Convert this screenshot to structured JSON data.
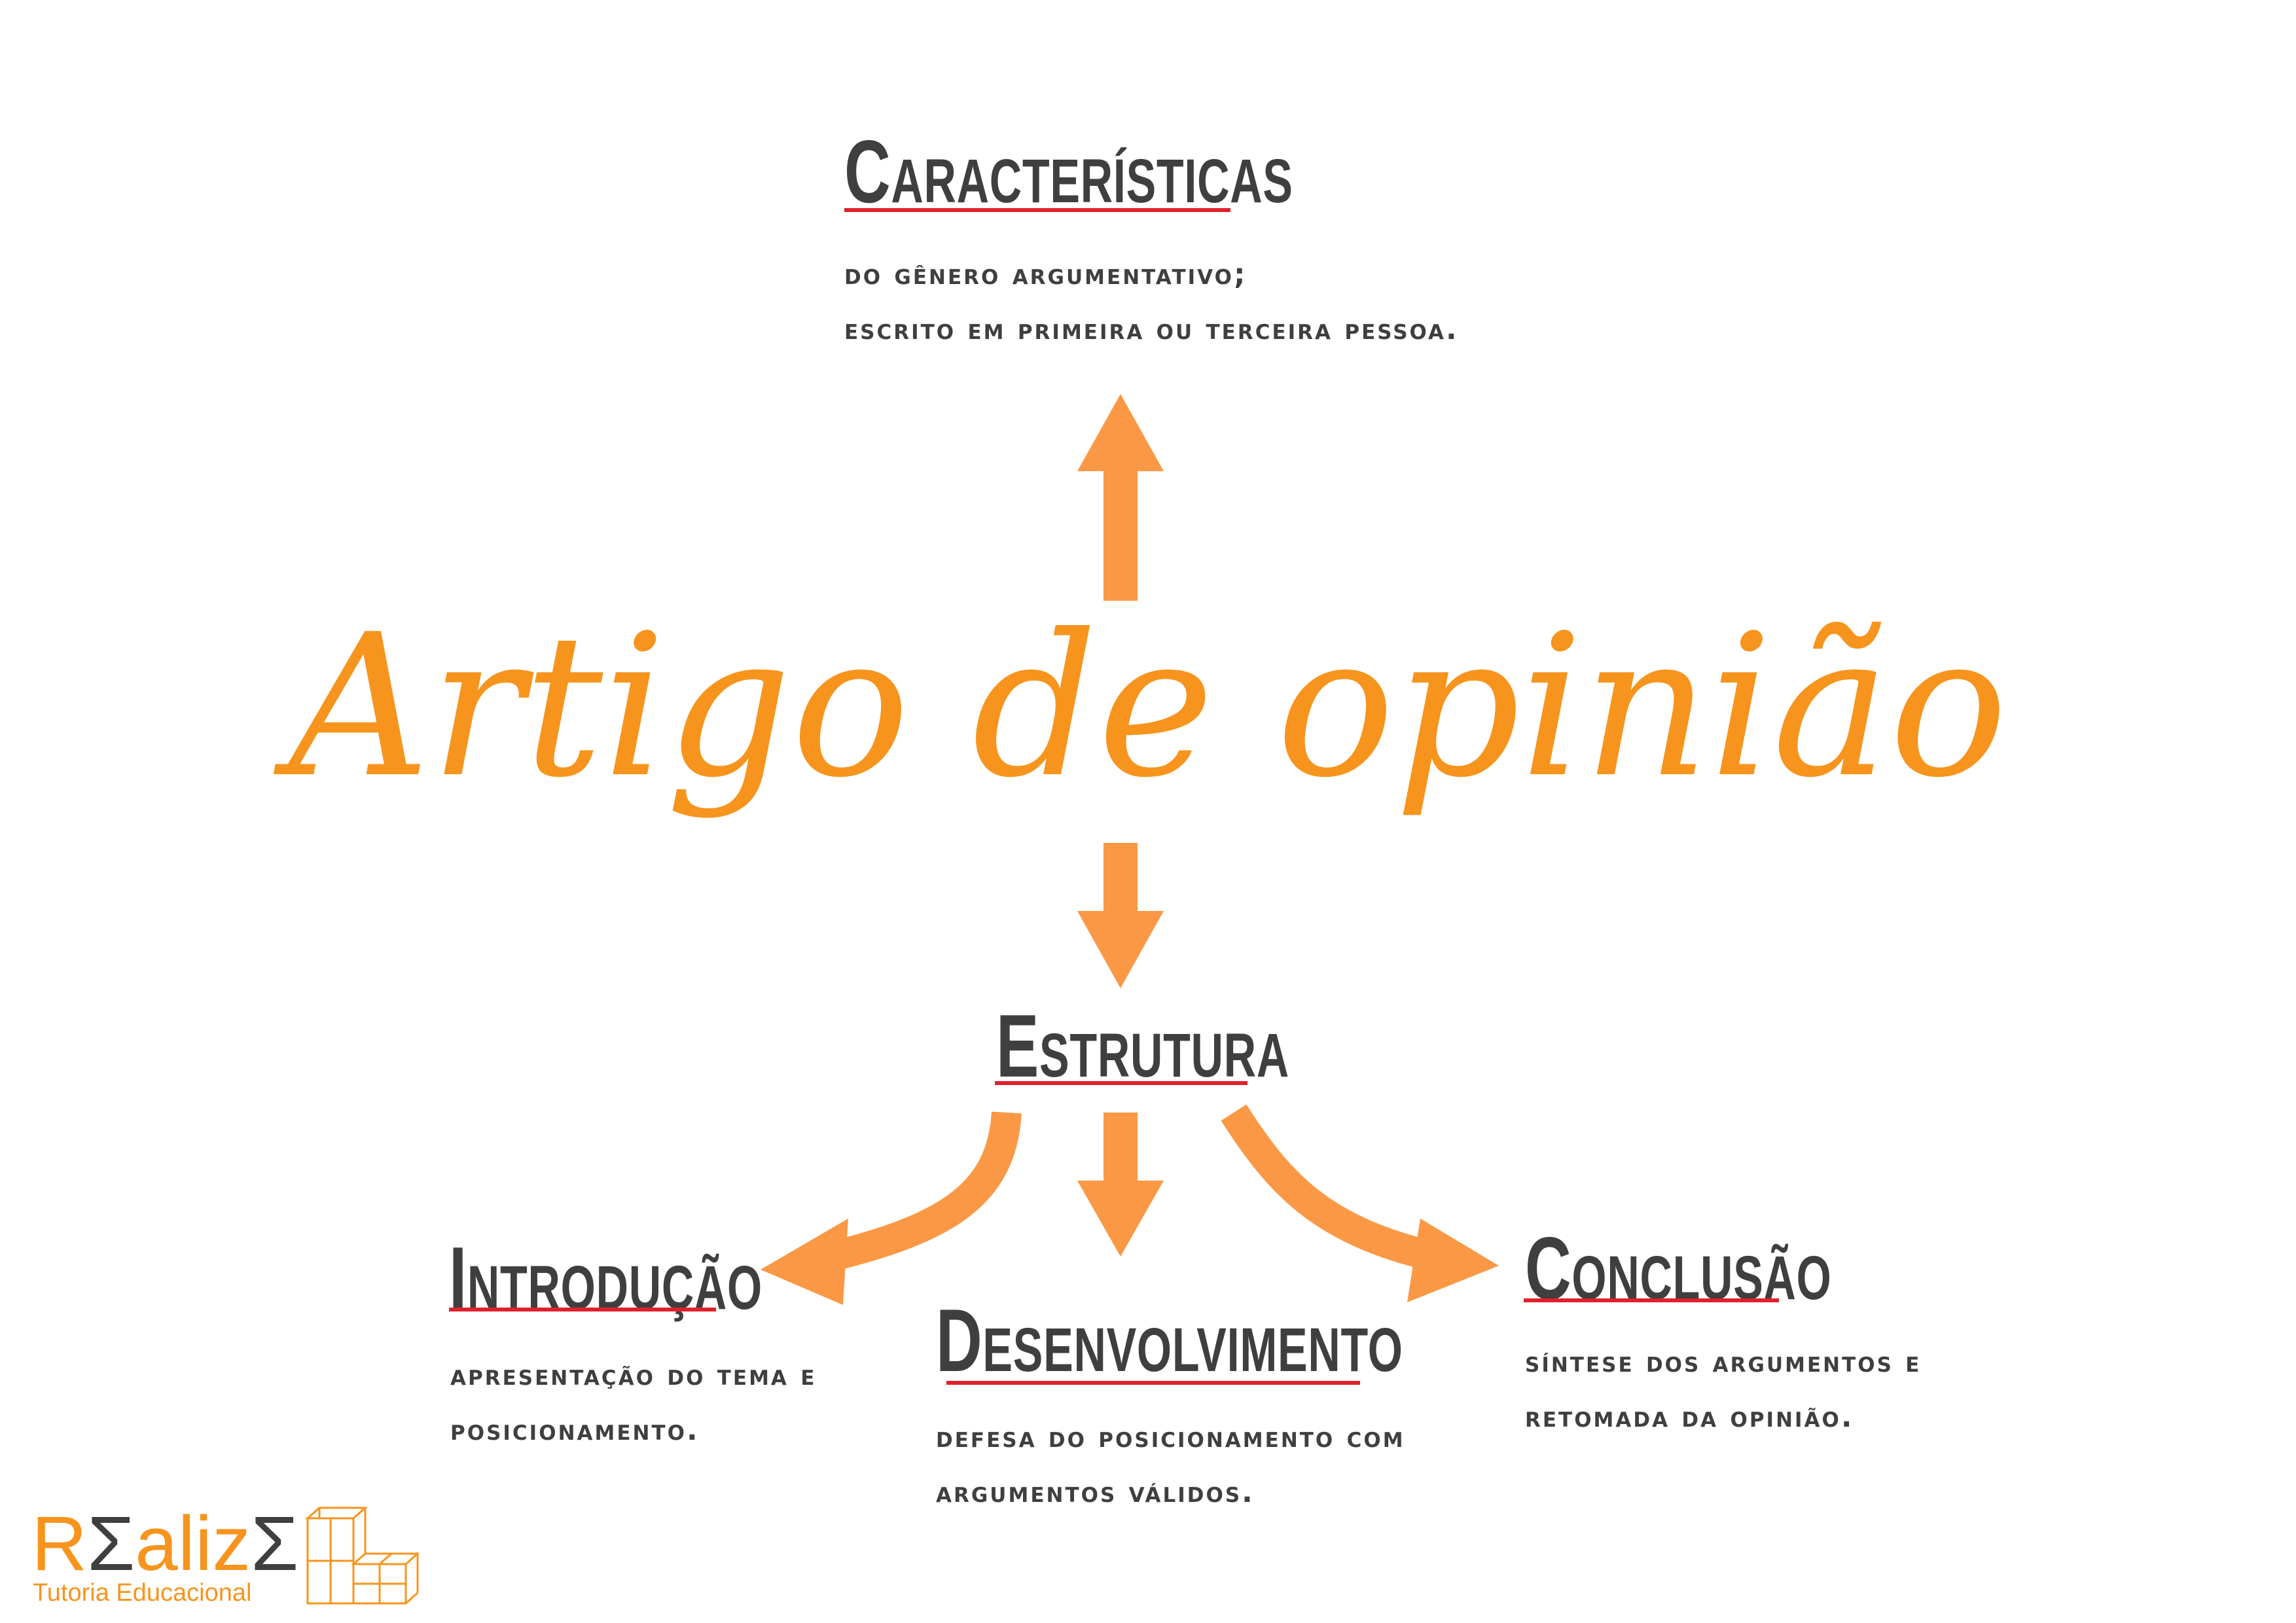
{
  "title": "Artigo de opinião",
  "caracteristicas": {
    "heading": "Características",
    "lines": [
      "do gênero argumentativo;",
      "escrito em primeira ou terceira pessoa."
    ]
  },
  "estrutura": {
    "heading": "Estrutura"
  },
  "introducao": {
    "heading": "Introdução",
    "lines": [
      "apresentação do tema e",
      "posicionamento."
    ]
  },
  "desenvolvimento": {
    "heading": "Desenvolvimento",
    "lines": [
      "defesa do posicionamento com",
      "argumentos válidos."
    ]
  },
  "conclusao": {
    "heading": "Conclusão",
    "lines": [
      "síntese dos argumentos e",
      "retomada da opinião."
    ]
  },
  "logo": {
    "word_start": "R",
    "word_e1": "Σ",
    "word_middle": "aliz",
    "word_e2": "Σ",
    "tagline": "Tutoria Educacional"
  },
  "colors": {
    "accent": "#f7941d",
    "arrow": "#fb9845",
    "title": "#f7941d",
    "heading_text": "#3f3f3f",
    "underline": "#e0212b"
  },
  "icons": [
    "arrow-up-icon",
    "arrow-down-icon",
    "curved-arrow-left-icon",
    "curved-arrow-right-icon",
    "cubes-logo-icon"
  ]
}
